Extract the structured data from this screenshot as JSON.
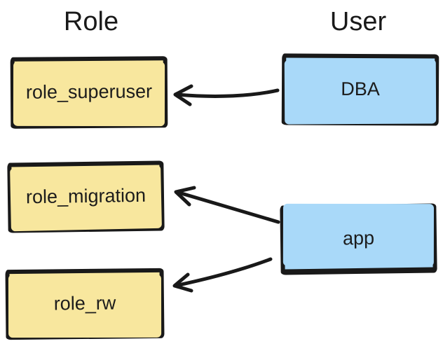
{
  "diagram": {
    "columns": [
      {
        "id": "role",
        "label": "Role"
      },
      {
        "id": "user",
        "label": "User"
      }
    ],
    "nodes": [
      {
        "id": "role_superuser",
        "label": "role_superuser",
        "kind": "role"
      },
      {
        "id": "role_migration",
        "label": "role_migration",
        "kind": "role"
      },
      {
        "id": "role_rw",
        "label": "role_rw",
        "kind": "role"
      },
      {
        "id": "dba",
        "label": "DBA",
        "kind": "user"
      },
      {
        "id": "app",
        "label": "app",
        "kind": "user"
      }
    ],
    "edges": [
      {
        "from": "dba",
        "to": "role_superuser"
      },
      {
        "from": "app",
        "to": "role_migration"
      },
      {
        "from": "app",
        "to": "role_rw"
      }
    ],
    "colors": {
      "role_fill": "#f8e79e",
      "user_fill": "#a9d9f9",
      "stroke": "#191919",
      "background": "#ffffff"
    }
  }
}
